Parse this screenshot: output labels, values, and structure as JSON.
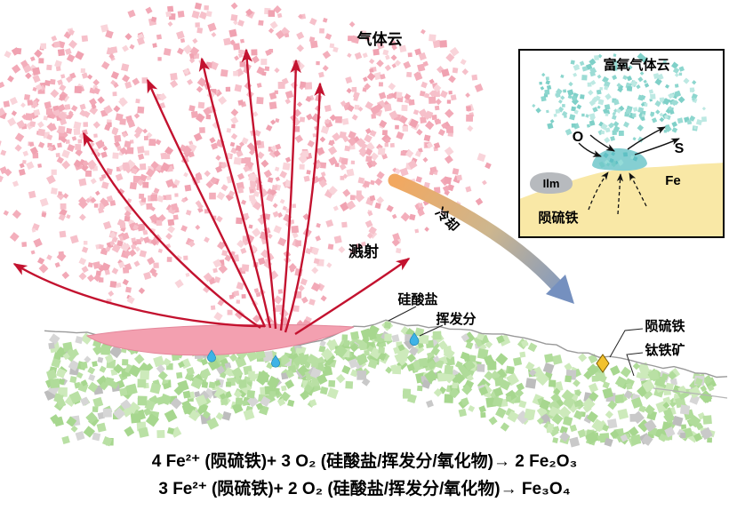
{
  "labels": {
    "gas_cloud": "气体云",
    "splash": "溅射",
    "cooling": "冷却",
    "silicate": "硅酸盐",
    "volatiles": "挥发分",
    "troilite": "陨硫铁",
    "ilmenite": "钛铁矿"
  },
  "inset": {
    "title": "富氧气体云",
    "oxygen": "O",
    "sulfur": "S",
    "iron": "Fe",
    "ilmenite_abbr": "Ilm",
    "troilite": "陨硫铁"
  },
  "equations": {
    "line1": "4 Fe²⁺ (陨硫铁)+ 3 O₂ (硅酸盐/挥发分/氧化物)→ 2 Fe₂O₃",
    "line2": "3 Fe²⁺ (陨硫铁)+ 2 O₂ (硅酸盐/挥发分/氧化物)→ Fe₃O₄"
  },
  "icons": {
    "volatile_droplet": "droplet-shape",
    "troilite_marker": "yellow-diamond-shape"
  },
  "colors": {
    "arrow_red": "#c3122f",
    "cloud_pink": "#f4b3bf",
    "regolith_green": "#b5dfa0",
    "inset_cloud_teal": "#8fd6cf",
    "inset_ground_yellow": "#f9e8a6",
    "cooling_start": "#f2a860",
    "cooling_end": "#7b97c4",
    "droplet_blue": "#3eb3e6",
    "troilite_yellow": "#f2c12e",
    "surface_gray": "#9a9a9a"
  }
}
